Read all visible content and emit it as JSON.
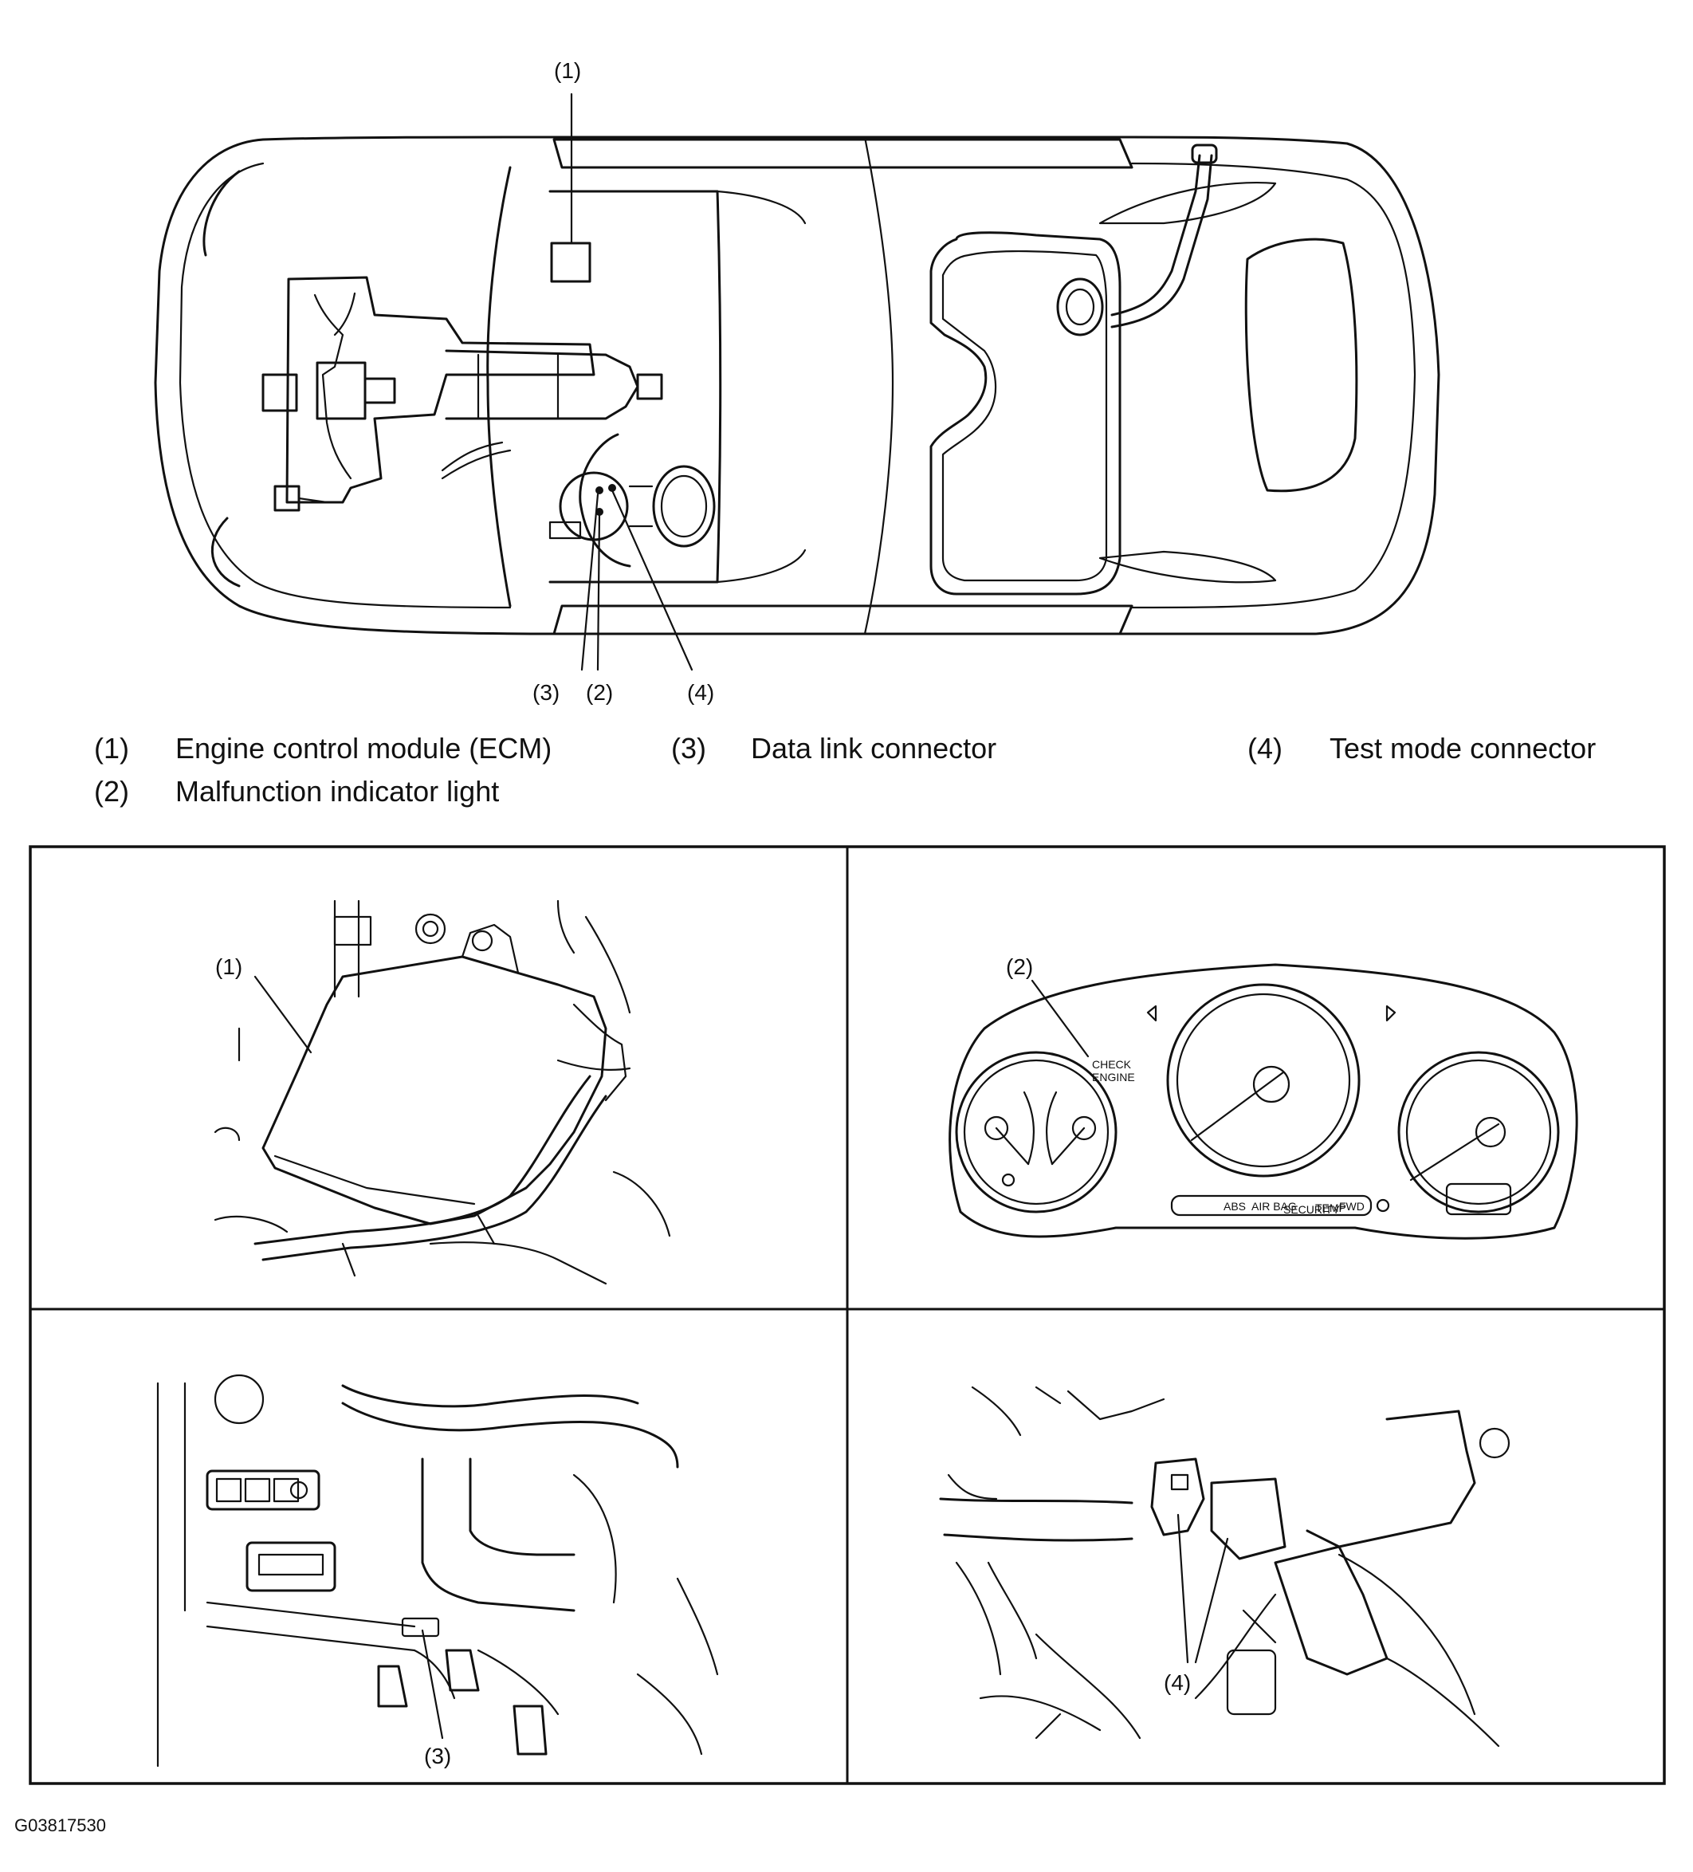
{
  "callouts": {
    "ecm": "(1)",
    "mil": "(2)",
    "dlc": "(3)",
    "test": "(4)"
  },
  "legend": [
    {
      "num": "(1)",
      "text": "Engine control module (ECM)"
    },
    {
      "num": "(2)",
      "text": "Malfunction indicator light"
    },
    {
      "num": "(3)",
      "text": "Data link connector"
    },
    {
      "num": "(4)",
      "text": "Test mode connector"
    }
  ],
  "cluster_labels": {
    "check_engine_1": "CHECK",
    "check_engine_2": "ENGINE",
    "abs": "ABS",
    "airbag": "AIR BAG",
    "security": "SECURITY",
    "temp": "TEMP",
    "fwd": "FWD"
  },
  "figure_code": "G03817530"
}
